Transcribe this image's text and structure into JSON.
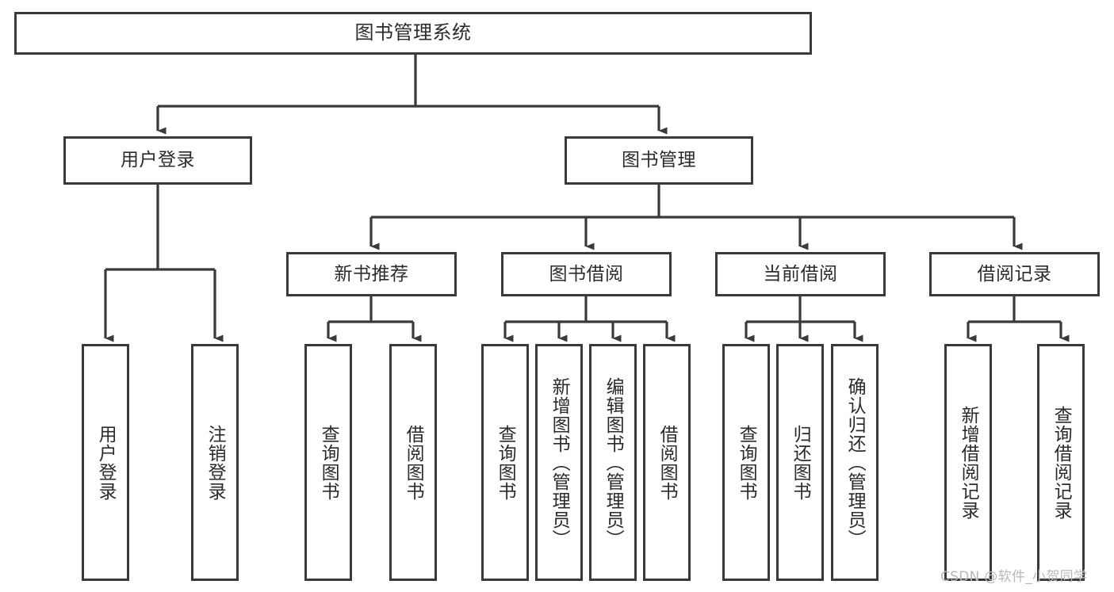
{
  "diagram": {
    "type": "tree-hierarchy-flowchart",
    "title": "图书管理系统",
    "line_color": "#3a3a3a",
    "text_color": "#2b2b2b",
    "background_color": "#ffffff",
    "nodes": {
      "root": {
        "label": "图书管理系统",
        "orientation": "horizontal"
      },
      "level1": [
        {
          "id": "user-login",
          "label": "用户登录",
          "orientation": "horizontal"
        },
        {
          "id": "book-manage",
          "label": "图书管理",
          "orientation": "horizontal"
        }
      ],
      "level2": [
        {
          "id": "new-book-recommend",
          "label": "新书推荐",
          "orientation": "horizontal"
        },
        {
          "id": "book-borrow",
          "label": "图书借阅",
          "orientation": "horizontal"
        },
        {
          "id": "current-borrow",
          "label": "当前借阅",
          "orientation": "horizontal"
        },
        {
          "id": "borrow-record",
          "label": "借阅记录",
          "orientation": "horizontal"
        }
      ],
      "leaves": [
        {
          "id": "leaf-user-login",
          "label": "用户登录",
          "parent": "user-login",
          "orientation": "vertical"
        },
        {
          "id": "leaf-user-logout",
          "label": "注销登录",
          "parent": "user-login",
          "orientation": "vertical"
        },
        {
          "id": "leaf-query-book-1",
          "label": "查询图书",
          "parent": "new-book-recommend",
          "orientation": "vertical"
        },
        {
          "id": "leaf-borrow-book-1",
          "label": "借阅图书",
          "parent": "new-book-recommend",
          "orientation": "vertical"
        },
        {
          "id": "leaf-query-book-2",
          "label": "查询图书",
          "parent": "book-borrow",
          "orientation": "vertical"
        },
        {
          "id": "leaf-add-book",
          "label": "新增图书（管理员）",
          "parent": "book-borrow",
          "orientation": "vertical"
        },
        {
          "id": "leaf-edit-book",
          "label": "编辑图书（管理员）",
          "parent": "book-borrow",
          "orientation": "vertical"
        },
        {
          "id": "leaf-borrow-book-2",
          "label": "借阅图书",
          "parent": "book-borrow",
          "orientation": "vertical"
        },
        {
          "id": "leaf-query-book-3",
          "label": "查询图书",
          "parent": "current-borrow",
          "orientation": "vertical"
        },
        {
          "id": "leaf-return-book",
          "label": "归还图书",
          "parent": "current-borrow",
          "orientation": "vertical"
        },
        {
          "id": "leaf-confirm-return",
          "label": "确认归还（管理员）",
          "parent": "current-borrow",
          "orientation": "vertical"
        },
        {
          "id": "leaf-add-record",
          "label": "新增借阅记录",
          "parent": "borrow-record",
          "orientation": "vertical"
        },
        {
          "id": "leaf-query-record",
          "label": "查询借阅记录",
          "parent": "borrow-record",
          "orientation": "vertical"
        }
      ]
    }
  },
  "watermark": {
    "text": "CSDN @软件_小贺同学"
  }
}
